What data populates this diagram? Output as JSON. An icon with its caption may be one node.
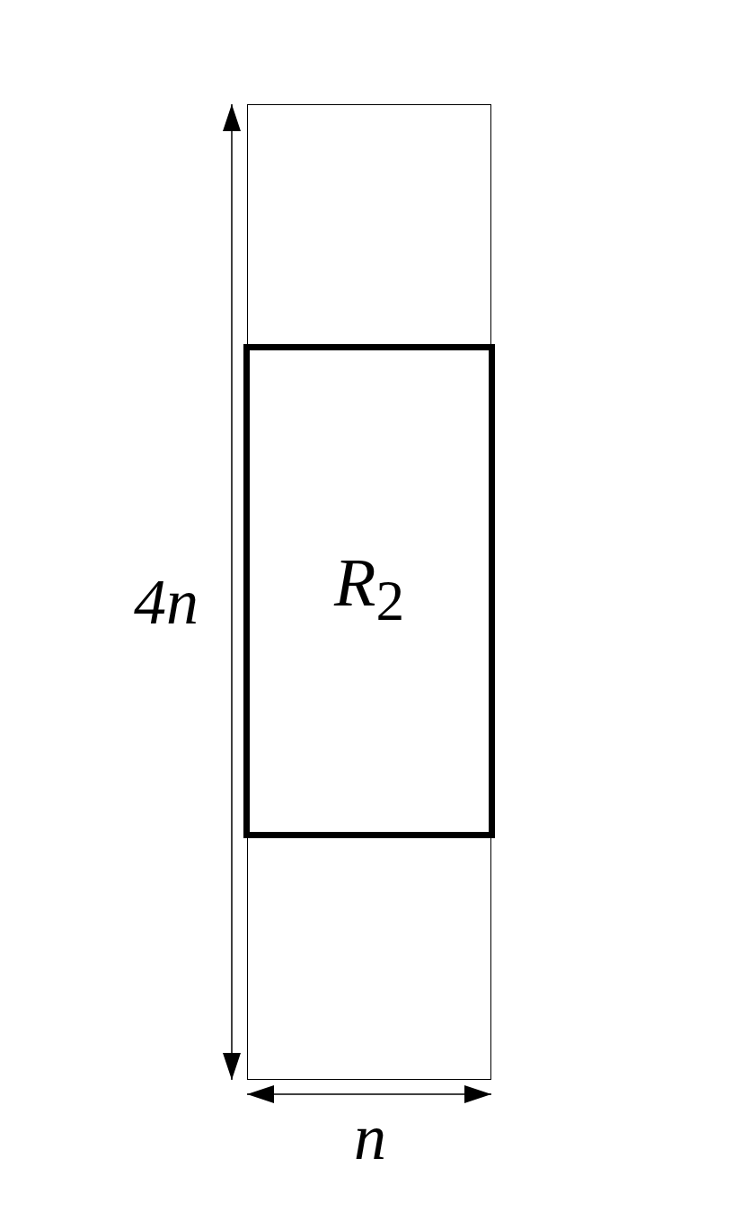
{
  "diagram": {
    "nodes": [
      {
        "text": [],
        "shape": "box"
      },
      {
        "text": [
          "*R*$_{2}$"
        ],
        "in": 0
      }
    ],
    "edges": [],
    "labels": [
      "4n",
      "n"
    ]
  }
}
